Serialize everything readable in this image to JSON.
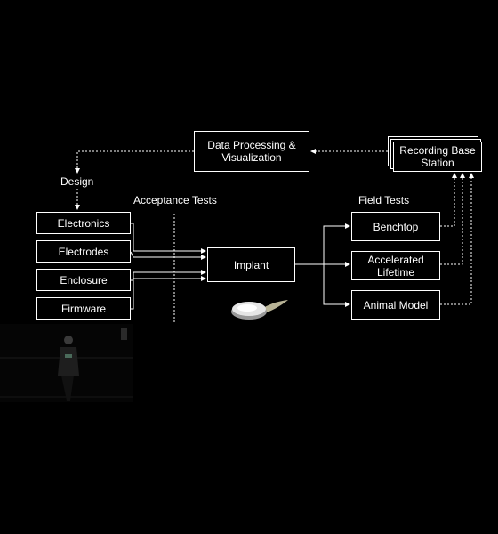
{
  "diagram": {
    "top": {
      "data_processing": "Data Processing & Visualization",
      "recording_base_station": "Recording Base Station"
    },
    "labels": {
      "design": "Design",
      "acceptance_tests": "Acceptance Tests",
      "field_tests": "Field Tests"
    },
    "design_items": [
      "Electronics",
      "Electrodes",
      "Enclosure",
      "Firmware"
    ],
    "implant": "Implant",
    "field_items": [
      "Benchtop",
      "Accelerated Lifetime",
      "Animal Model"
    ]
  },
  "colors": {
    "background": "#000000",
    "line": "#ffffff"
  },
  "icons": {
    "implant_device": "implant-device-icon",
    "presenter": "presenter-figure"
  }
}
